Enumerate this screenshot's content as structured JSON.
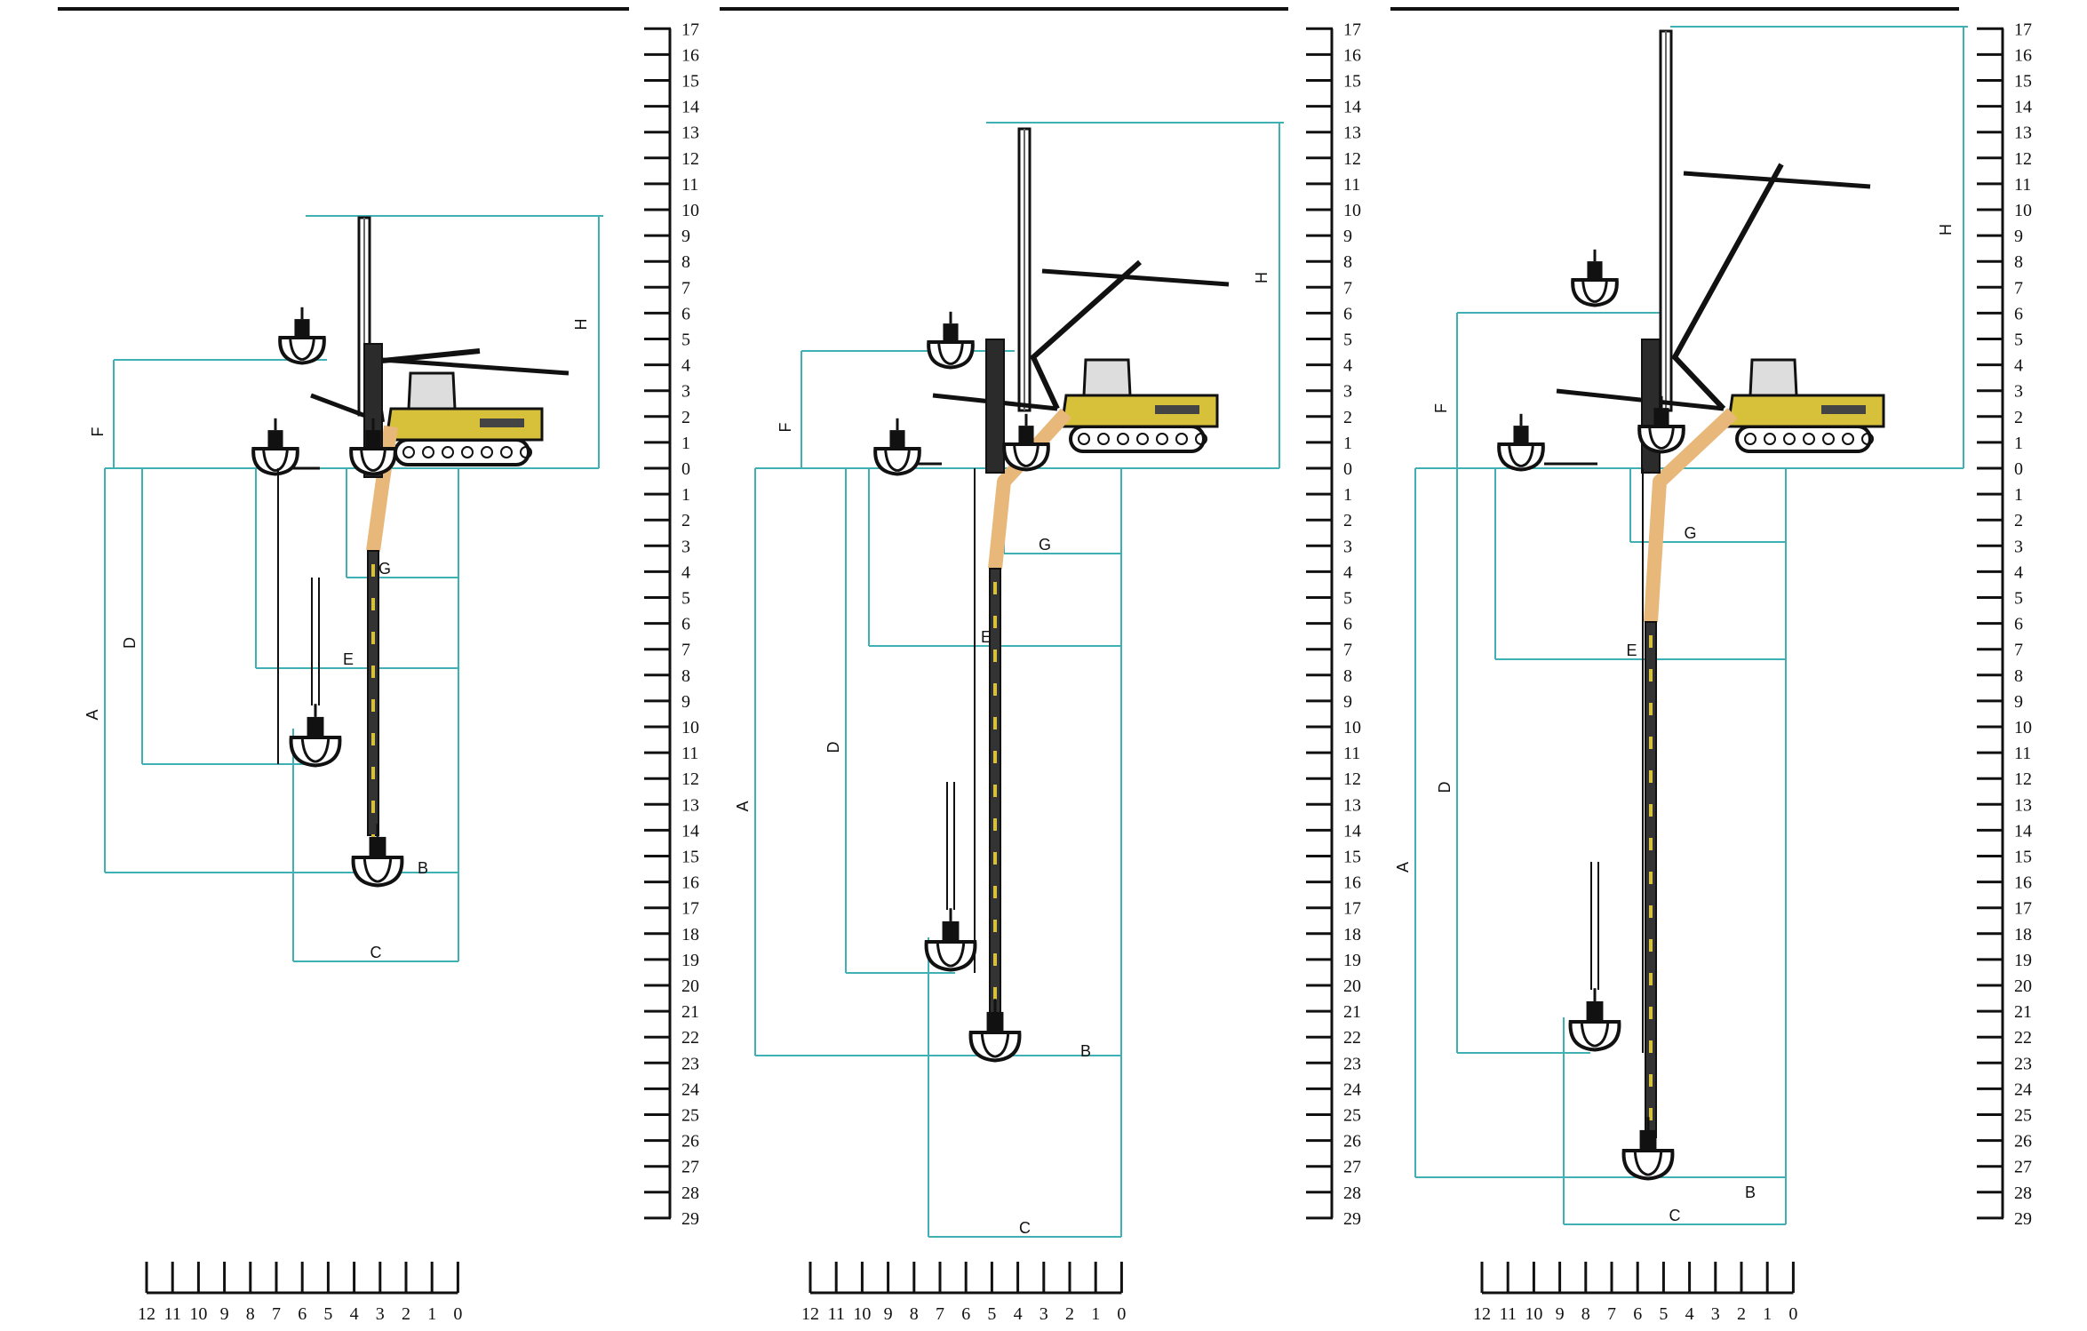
{
  "colors": {
    "dimension_line": "#3fb0b3",
    "machine_body": "#d8c13a",
    "boom_tan": "#e8b87a",
    "ink": "#111111"
  },
  "vertical_scale": {
    "above": [
      "17",
      "16",
      "15",
      "14",
      "13",
      "12",
      "11",
      "10",
      "9",
      "8",
      "7",
      "6",
      "5",
      "4",
      "3",
      "2",
      "1",
      "0"
    ],
    "below": [
      "1",
      "2",
      "3",
      "4",
      "5",
      "6",
      "7",
      "8",
      "9",
      "10",
      "11",
      "12",
      "13",
      "14",
      "15",
      "16",
      "17",
      "18",
      "19",
      "20",
      "21",
      "22",
      "23",
      "24",
      "25",
      "26",
      "27",
      "28",
      "29"
    ]
  },
  "horizontal_scale": [
    "12",
    "11",
    "10",
    "9",
    "8",
    "7",
    "6",
    "5",
    "4",
    "3",
    "2",
    "1",
    "0"
  ],
  "diagrams": [
    {
      "labels": {
        "A": "A",
        "B": "B",
        "C": "C",
        "D": "D",
        "E": "E",
        "F": "F",
        "G": "G",
        "H": "H"
      }
    },
    {
      "labels": {
        "A": "A",
        "B": "B",
        "C": "C",
        "D": "D",
        "E": "E",
        "F": "F",
        "G": "G",
        "H": "H"
      }
    },
    {
      "labels": {
        "A": "A",
        "B": "B",
        "C": "C",
        "D": "D",
        "E": "E",
        "F": "F",
        "G": "G",
        "H": "H"
      }
    }
  ]
}
